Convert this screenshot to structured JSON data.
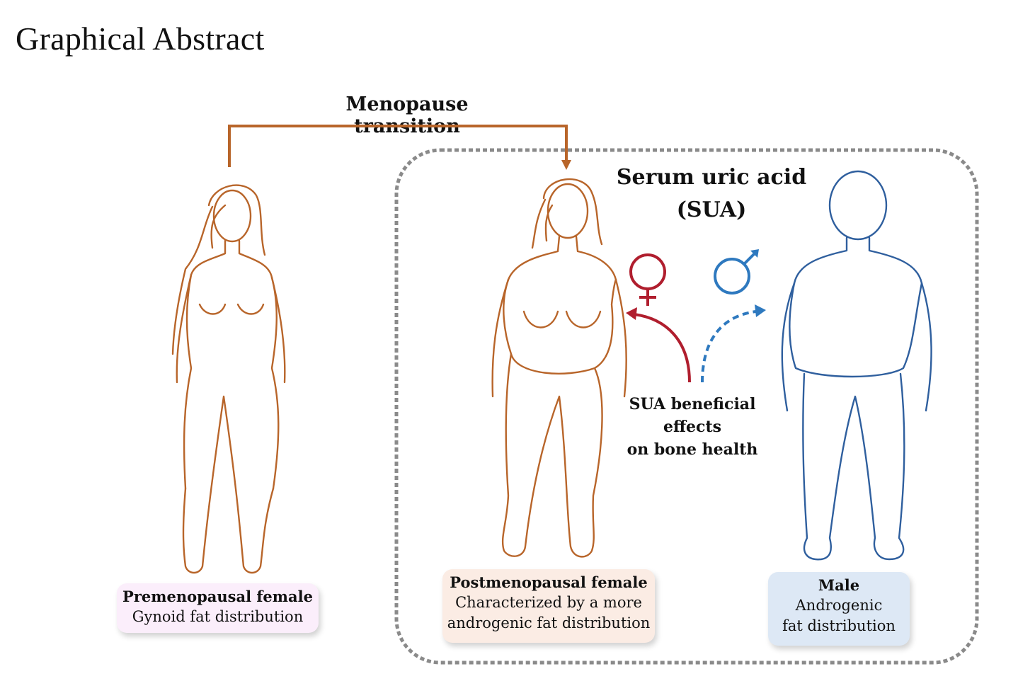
{
  "title": "Graphical Abstract",
  "transition_label": "Menopause transition",
  "sua_heading": [
    "Serum uric acid",
    "(SUA)"
  ],
  "sua_effects": [
    "SUA beneficial",
    "effects",
    "on bone health"
  ],
  "captions": {
    "premenopausal": {
      "title": "Premenopausal female",
      "lines": [
        "Gynoid fat distribution"
      ]
    },
    "postmenopausal": {
      "title": "Postmenopausal female",
      "lines": [
        "Characterized by a more",
        "androgenic fat distribution"
      ]
    },
    "male": {
      "title": "Male",
      "lines": [
        "Androgenic",
        "fat distribution"
      ]
    }
  },
  "colors": {
    "female_outline": "#b8652a",
    "male_outline": "#2f5f9e",
    "female_symbol": "#b01e2e",
    "male_symbol": "#2e79bf",
    "dashed_box": "#8a8a8a"
  },
  "icons": [
    "female-symbol-icon",
    "male-symbol-icon"
  ]
}
